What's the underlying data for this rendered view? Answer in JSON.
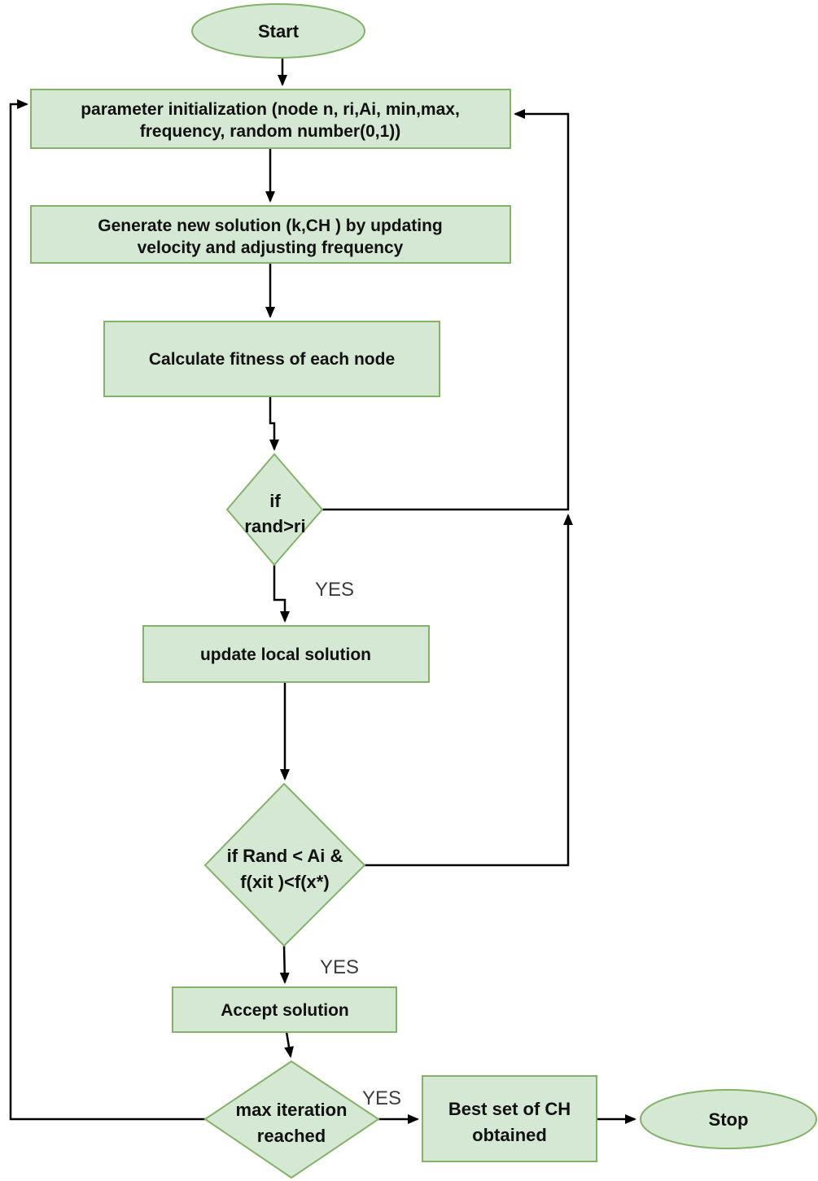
{
  "diagram": {
    "type": "flowchart",
    "colors": {
      "background": "#ffffff",
      "node_fill": "#d5e8d4",
      "node_border": "#82b366",
      "line": "#000000",
      "text": "#111111",
      "edge_label_text": "#3d3d3d"
    },
    "nodes": {
      "start": {
        "shape": "terminator",
        "label": "Start"
      },
      "param_init": {
        "shape": "process",
        "line1": "parameter initialization (node n, ri,Ai, min,max,",
        "line2": "frequency, random number(0,1))"
      },
      "generate_solution": {
        "shape": "process",
        "line1": "Generate new solution (k,CH ) by updating",
        "line2": "velocity and adjusting frequency"
      },
      "calc_fitness": {
        "shape": "process",
        "label": "Calculate fitness of each node"
      },
      "decision_rand": {
        "shape": "decision",
        "line1": "if",
        "line2": "rand>ri"
      },
      "update_local": {
        "shape": "process",
        "label": "update local solution"
      },
      "decision_accept": {
        "shape": "decision",
        "line1": "if Rand < Ai  &",
        "line2": "f(xit )<f(x*)"
      },
      "accept_solution": {
        "shape": "process",
        "label": "Accept solution"
      },
      "decision_max_iter": {
        "shape": "decision",
        "line1": "max iteration",
        "line2": "reached"
      },
      "best_ch": {
        "shape": "process",
        "line1": "Best set of CH",
        "line2": "obtained"
      },
      "stop": {
        "shape": "terminator",
        "label": "Stop"
      }
    },
    "edge_labels": {
      "rand_yes": "YES",
      "accept_yes": "YES",
      "max_iter_yes": "YES"
    }
  }
}
